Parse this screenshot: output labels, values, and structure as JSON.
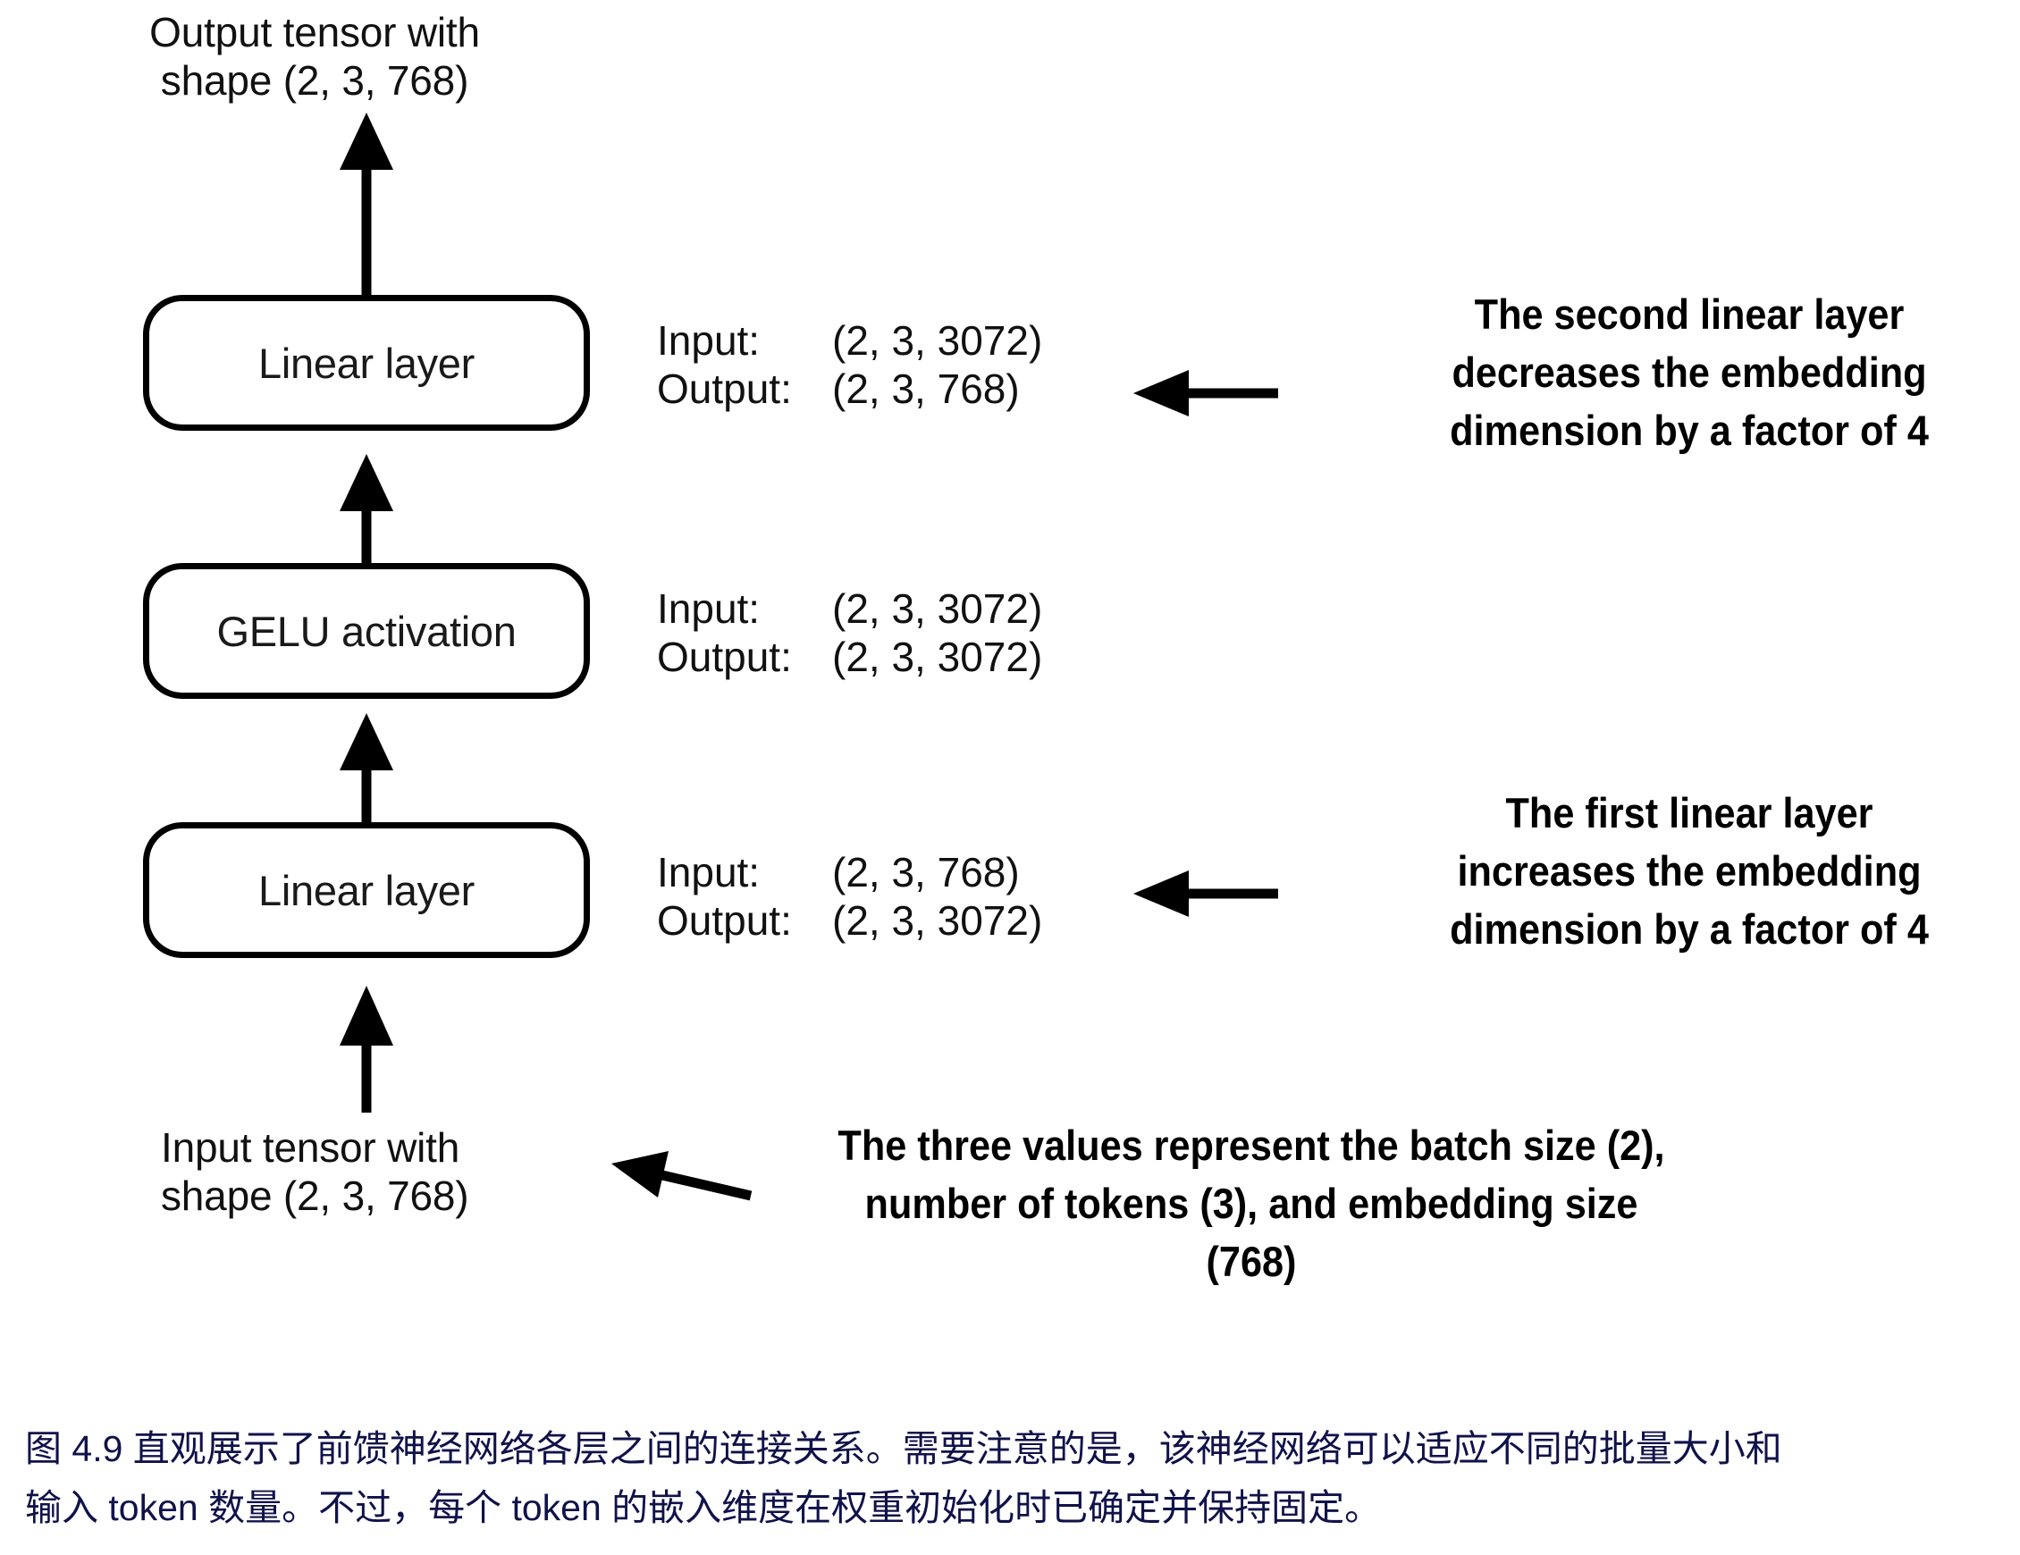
{
  "figure": {
    "top_label": "Output tensor with\nshape (2, 3, 768)",
    "bottom_label": "Input tensor with\nshape (2, 3, 768)",
    "nodes": [
      {
        "id": "linear-2",
        "label": "Linear layer"
      },
      {
        "id": "gelu",
        "label": "GELU activation"
      },
      {
        "id": "linear-1",
        "label": "Linear layer"
      }
    ],
    "io_blocks": [
      {
        "for": "linear-2",
        "input_key": "Input:",
        "input_value": "(2, 3, 3072)",
        "output_key": "Output:",
        "output_value": "(2, 3, 768)"
      },
      {
        "for": "gelu",
        "input_key": "Input:",
        "input_value": "(2, 3, 3072)",
        "output_key": "Output:",
        "output_value": "(2, 3, 3072)"
      },
      {
        "for": "linear-1",
        "input_key": "Input:",
        "input_value": "(2, 3, 768)",
        "output_key": "Output:",
        "output_value": "(2, 3, 3072)"
      }
    ],
    "annotations": [
      {
        "id": "second-linear-note",
        "lines": [
          "The second linear layer",
          "decreases the embedding",
          "dimension by a factor of 4"
        ]
      },
      {
        "id": "first-linear-note",
        "lines": [
          "The first linear layer",
          "increases the embedding",
          "dimension by a factor of 4"
        ]
      },
      {
        "id": "shape-values-note",
        "lines": [
          "The three values represent the batch size (2),",
          "number of tokens (3), and embedding size",
          "(768)"
        ]
      }
    ]
  },
  "caption": {
    "line1": "图 4.9 直观展示了前馈神经网络各层之间的连接关系。需要注意的是，该神经网络可以适应不同的批量大小和",
    "line2": "输入 token 数量。不过，每个 token 的嵌入维度在权重初始化时已确定并保持固定。",
    "color": "#10124a"
  },
  "colors": {
    "stroke": "#000000",
    "background": "#ffffff",
    "text": "#111111",
    "caption": "#10124a"
  }
}
